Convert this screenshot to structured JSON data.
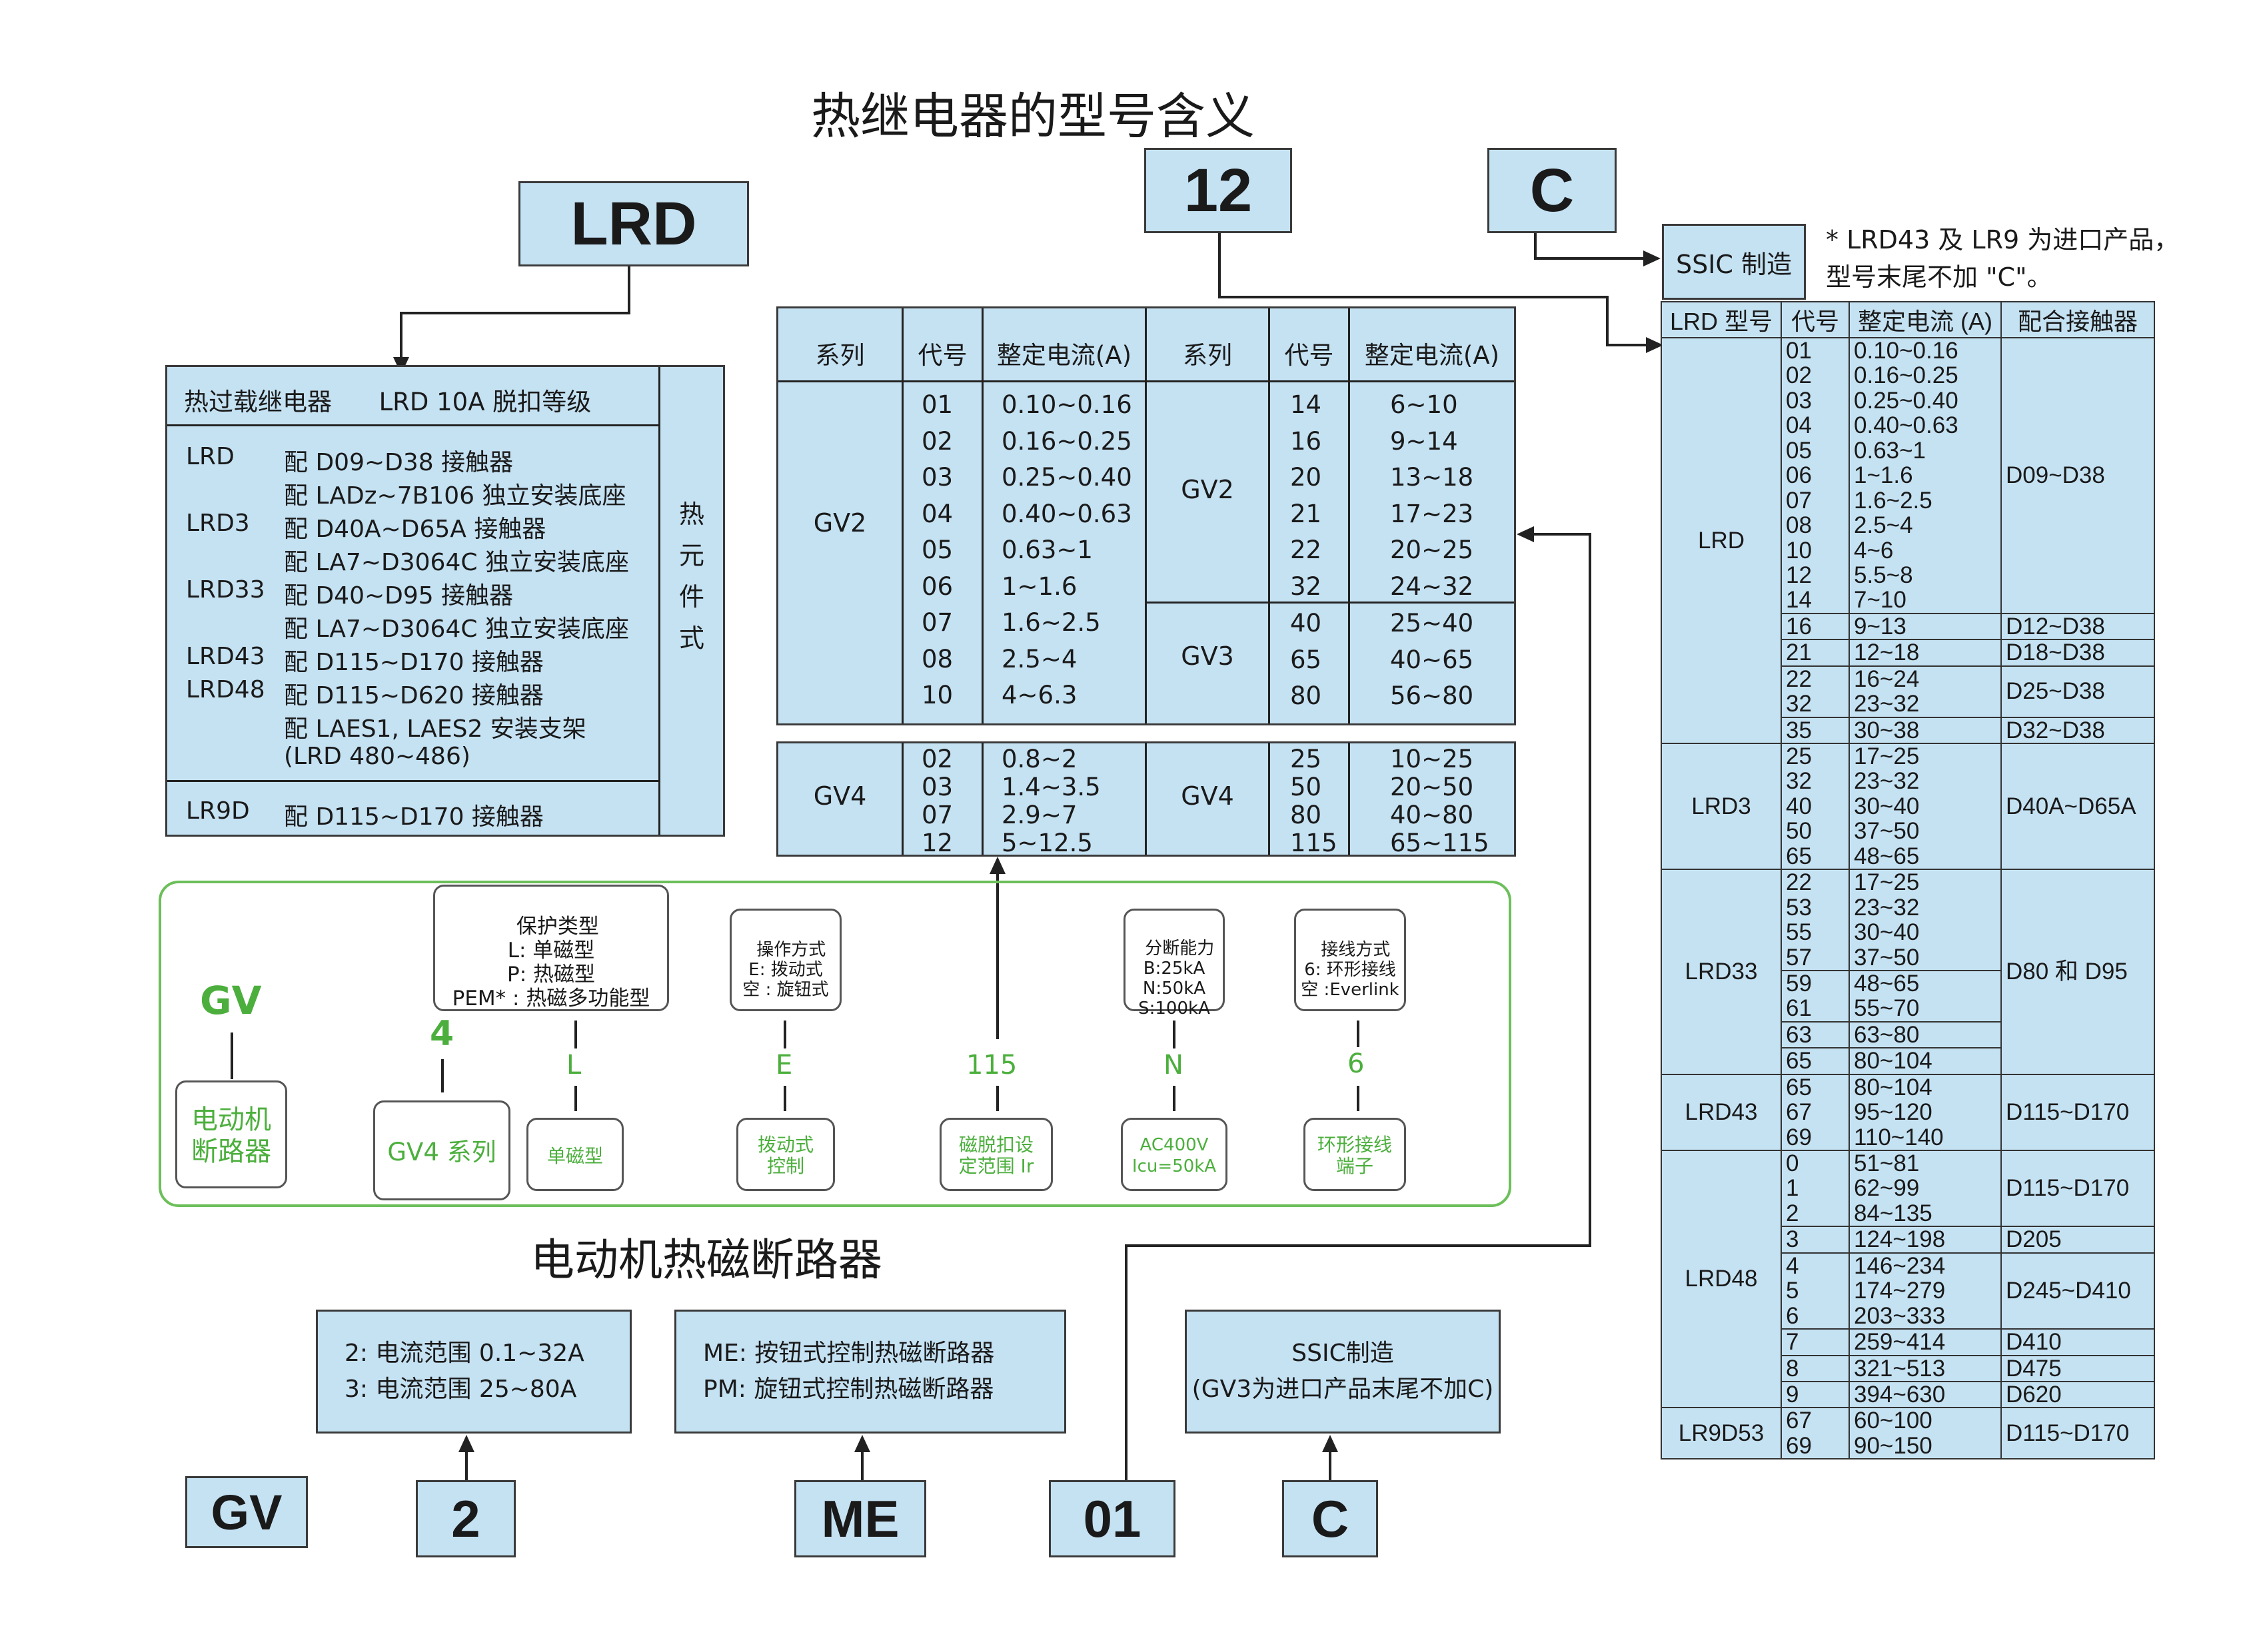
{
  "title_main": "热继电器的型号含义",
  "title_breaker": "电动机热磁断路器",
  "boxes": {
    "lrd": "LRD",
    "twelve": "12",
    "c_top": "C",
    "ssic": "SSIC 制造",
    "note_line1": "* LRD43 及 LR9 为进口产品，",
    "note_line2": "型号末尾不加 \"C\"。",
    "gv": "GV",
    "two": "2",
    "me": "ME",
    "zero_one": "01",
    "c_bottom": "C"
  },
  "lrd_info": {
    "header": "热过载继电器      LRD 10A 脱扣等级",
    "side": "热\n元\n件\n式",
    "rows": [
      {
        "code": "LRD",
        "desc": "配 D09~D38 接触器"
      },
      {
        "code": "",
        "desc": "配 LADz~7B106 独立安装底座"
      },
      {
        "code": "LRD3",
        "desc": "配 D40A~D65A 接触器"
      },
      {
        "code": "",
        "desc": "配 LA7~D3064C 独立安装底座"
      },
      {
        "code": "LRD33",
        "desc": "配 D40~D95 接触器"
      },
      {
        "code": "",
        "desc": "配 LA7~D3064C 独立安装底座"
      },
      {
        "code": "LRD43",
        "desc": "配 D115~D170 接触器"
      },
      {
        "code": "LRD48",
        "desc": "配 D115~D620 接触器"
      },
      {
        "code": "",
        "desc": "配 LAES1, LAES2 安装支架"
      },
      {
        "code": "",
        "desc": "(LRD 480~486)"
      }
    ],
    "footer_code": "LR9D",
    "footer_desc": "配 D115~D170 接触器"
  },
  "gv_table": {
    "headers": [
      "系列",
      "代号",
      "整定电流(A)",
      "系列",
      "代号",
      "整定电流(A)"
    ],
    "gv2_left": {
      "series": "GV2",
      "codes": "01\n02\n03\n04\n05\n06\n07\n08\n10",
      "currents": "0.10~0.16\n0.16~0.25\n0.25~0.40\n0.40~0.63\n0.63~1\n1~1.6\n1.6~2.5\n2.5~4\n4~6.3"
    },
    "gv2_right": {
      "series": "GV2",
      "codes": "14\n16\n20\n21\n22\n32",
      "currents": "6~10\n9~14\n13~18\n17~23\n20~25\n24~32"
    },
    "gv3": {
      "series": "GV3",
      "codes": "40\n65\n80",
      "currents": "25~40\n40~65\n56~80"
    },
    "gv4_left": {
      "series": "GV4",
      "codes": "02\n03\n07\n12",
      "currents": "0.8~2\n1.4~3.5\n2.9~7\n5~12.5"
    },
    "gv4_right": {
      "series": "GV4",
      "codes": "25\n50\n80\n115",
      "currents": "10~25\n20~50\n40~80\n65~115"
    }
  },
  "green_panel": {
    "gv": "GV",
    "gv_box": "电动机\n断路器",
    "four": "4",
    "four_box": "GV4 系列",
    "protect": "保护类型\nL: 单磁型\nP: 热磁型\nPEM* : 热磁多功能型",
    "l": "L",
    "l_box": "单磁型",
    "op": "操作方式\nE: 拨动式\n空 : 旋钮式",
    "e": "E",
    "e_box": "拨动式\n控制",
    "n115": "115",
    "n115_box": "磁脱扣设\n定范围 Ir",
    "brk": "分断能力\nB:25kA\nN:50kA\nS:100kA",
    "n": "N",
    "n_box": "AC400V\nIcu=50kA",
    "wire": "接线方式\n6: 环形接线\n空 :Everlink",
    "six": "6",
    "six_box": "环形接线\n端子"
  },
  "bottom_boxes": {
    "range": "2: 电流范围 0.1~32A\n3: 电流范围 25~80A",
    "mode": "ME: 按钮式控制热磁断路器\nPM: 旋钮式控制热磁断路器",
    "ssic": "SSIC制造\n(GV3为进口产品末尾不加C)"
  },
  "right_table": {
    "headers": [
      "LRD 型号",
      "代号",
      "整定电流 (A)",
      "配合接触器"
    ],
    "groups": [
      {
        "model": "LRD",
        "rows": [
          {
            "code": "01\n02\n03\n04\n05\n06\n07\n08\n10\n12\n14",
            "cur": "0.10~0.16\n0.16~0.25\n0.25~0.40\n0.40~0.63\n0.63~1\n1~1.6\n1.6~2.5\n2.5~4\n4~6\n5.5~8\n7~10",
            "ctr": "D09~D38"
          },
          {
            "code": "16",
            "cur": "9~13",
            "ctr": "D12~D38"
          },
          {
            "code": "21",
            "cur": "12~18",
            "ctr": "D18~D38"
          },
          {
            "code": "22\n32",
            "cur": "16~24\n23~32",
            "ctr": "D25~D38"
          },
          {
            "code": "35",
            "cur": "30~38",
            "ctr": "D32~D38"
          }
        ]
      },
      {
        "model": "LRD3",
        "rows": [
          {
            "code": "25\n32\n40\n50\n65",
            "cur": "17~25\n23~32\n30~40\n37~50\n48~65",
            "ctr": "D40A~D65A"
          }
        ]
      },
      {
        "model": "LRD33",
        "rows": [
          {
            "code": "22\n53\n55\n57",
            "cur": "17~25\n23~32\n30~40\n37~50",
            "ctr": "D80 和 D95"
          },
          {
            "code": "59\n61",
            "cur": "48~65\n55~70",
            "ctr": ""
          },
          {
            "code": "63",
            "cur": "63~80",
            "ctr": ""
          },
          {
            "code": "65",
            "cur": "80~104",
            "ctr": ""
          }
        ]
      },
      {
        "model": "LRD43",
        "rows": [
          {
            "code": "65\n67\n69",
            "cur": "80~104\n95~120\n110~140",
            "ctr": "D115~D170"
          }
        ]
      },
      {
        "model": "LRD48",
        "rows": [
          {
            "code": "0\n1\n2",
            "cur": "51~81\n62~99\n84~135",
            "ctr": "D115~D170"
          },
          {
            "code": "3",
            "cur": "124~198",
            "ctr": "D205"
          },
          {
            "code": "4\n5\n6",
            "cur": "146~234\n174~279\n203~333",
            "ctr": "D245~D410"
          },
          {
            "code": "7",
            "cur": "259~414",
            "ctr": "D410"
          },
          {
            "code": "8",
            "cur": "321~513",
            "ctr": "D475"
          },
          {
            "code": "9",
            "cur": "394~630",
            "ctr": "D620"
          }
        ]
      },
      {
        "model": "LR9D53",
        "rows": [
          {
            "code": "67\n69",
            "cur": "60~100\n90~150",
            "ctr": "D115~D170"
          }
        ]
      }
    ]
  }
}
